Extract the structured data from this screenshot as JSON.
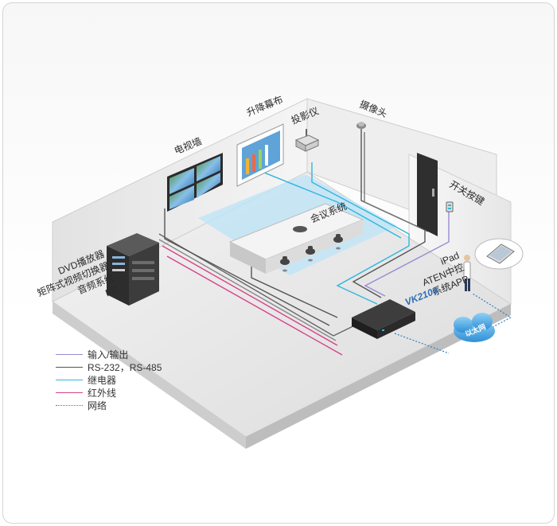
{
  "labels": {
    "video_wall": "电视墙",
    "screen": "升降幕布",
    "projector": "投影仪",
    "camera": "摄像头",
    "switch_button": "开关按键",
    "conference": "会议系统",
    "ipad_lines": [
      "iPad",
      "ATEN中控",
      "系统APP"
    ],
    "device_lines": [
      "DVD播放器",
      "矩阵式视频切换器",
      "音频系统",
      "PC"
    ],
    "controller": "VK2100",
    "cloud": "以太网"
  },
  "legend": [
    {
      "label": "输入/输出",
      "color": "#9a8ad0",
      "style": "solid"
    },
    {
      "label": "RS-232，RS-485",
      "color": "#555555",
      "style": "solid"
    },
    {
      "label": "继电器",
      "color": "#2fb6e0",
      "style": "solid"
    },
    {
      "label": "红外线",
      "color": "#d8418a",
      "style": "solid"
    },
    {
      "label": "网络",
      "color": "#2f7fc0",
      "style": "dotted"
    }
  ],
  "colors": {
    "io": "#9a8ad0",
    "rs": "#555555",
    "relay": "#2fb6e0",
    "ir": "#d8418a",
    "network": "#2f7fc0",
    "accent": "#2f6fb5"
  }
}
